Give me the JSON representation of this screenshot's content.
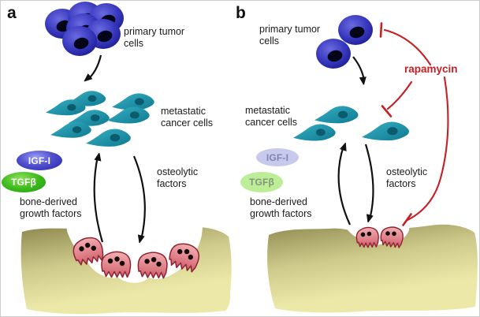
{
  "panel_a": {
    "label": "a",
    "primary_tumor_label": "primary tumor cells",
    "metastatic_label": "metastatic cancer cells",
    "igf_badge": "IGF-I",
    "tgf_badge": "TGFβ",
    "bone_derived_label": "bone-derived growth factors",
    "osteolytic_label": "osteolytic factors"
  },
  "panel_b": {
    "label": "b",
    "primary_tumor_label": "primary tumor cells",
    "metastatic_label": "metastatic cancer cells",
    "igf_badge": "IGF-I",
    "tgf_badge": "TGFβ",
    "bone_derived_label": "bone-derived growth factors",
    "osteolytic_label": "osteolytic factors",
    "rapamycin_label": "rapamycin"
  },
  "colors": {
    "rapamycin_red": "#c52025",
    "primary_tumor_cell_blue": "#2b2bb0",
    "metastatic_cell_teal": "#1a8da4",
    "igf_badge_blue": "#3c3cc2",
    "tgf_badge_green": "#2fae17",
    "igf_badge_faded_lavender": "#c7caed",
    "tgf_badge_faded_green": "#bcee97",
    "bone_tan": "#d6d293",
    "osteoclast_pink": "#e28f99",
    "text_black": "#1a1a1a"
  }
}
